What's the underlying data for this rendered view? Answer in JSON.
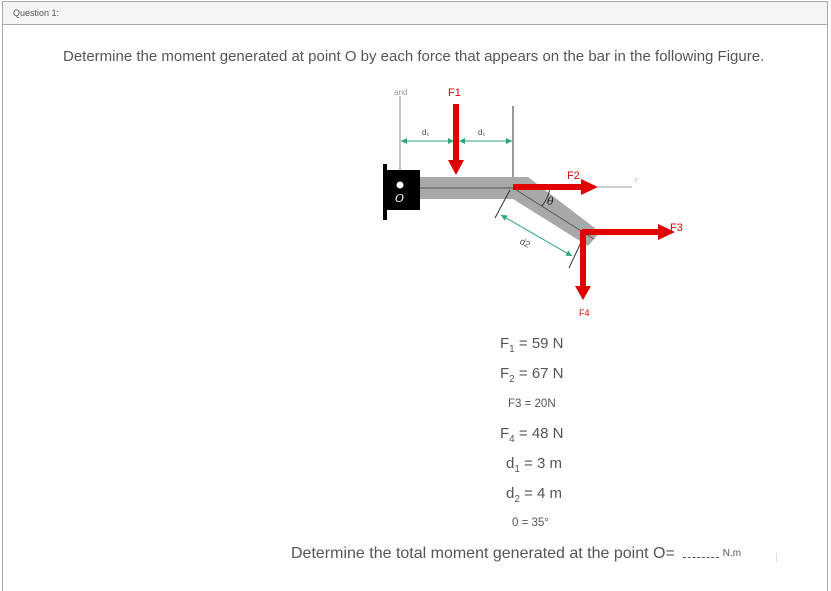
{
  "header": {
    "title": "Question 1:"
  },
  "question": {
    "prompt": "Determine the moment generated at point O by each force that appears on the bar in the following Figure."
  },
  "figure": {
    "labels": {
      "top_left": "and",
      "d1_left": "d₁",
      "d1_right": "d₁",
      "F1": "F1",
      "F2": "F2",
      "F3": "F3",
      "F4": "F4",
      "d2": "d2",
      "theta": "θ",
      "O": "O",
      "x_axis": "x'"
    },
    "colors": {
      "force": "#e00000",
      "bar": "#a8a8a8",
      "dimension": "#2aa876",
      "support": "#000000"
    }
  },
  "givens": {
    "F1": {
      "name": "F",
      "sub": "1",
      "rest": " = 59 N"
    },
    "F2": {
      "name": "F",
      "sub": "2",
      "rest": " = 67 N"
    },
    "F3": {
      "text": "F3 = 20N"
    },
    "F4": {
      "name": "F",
      "sub": "4",
      "rest": " = 48 N"
    },
    "d1": {
      "name": "d",
      "sub": "1",
      "rest": " = 3 m"
    },
    "d2": {
      "name": "d",
      "sub": "2",
      "rest": " = 4 m"
    },
    "theta": {
      "text": "0 = 35°"
    }
  },
  "final": {
    "text": "Determine the total moment generated at the point O=",
    "answer_value": "",
    "unit": "N.m"
  }
}
